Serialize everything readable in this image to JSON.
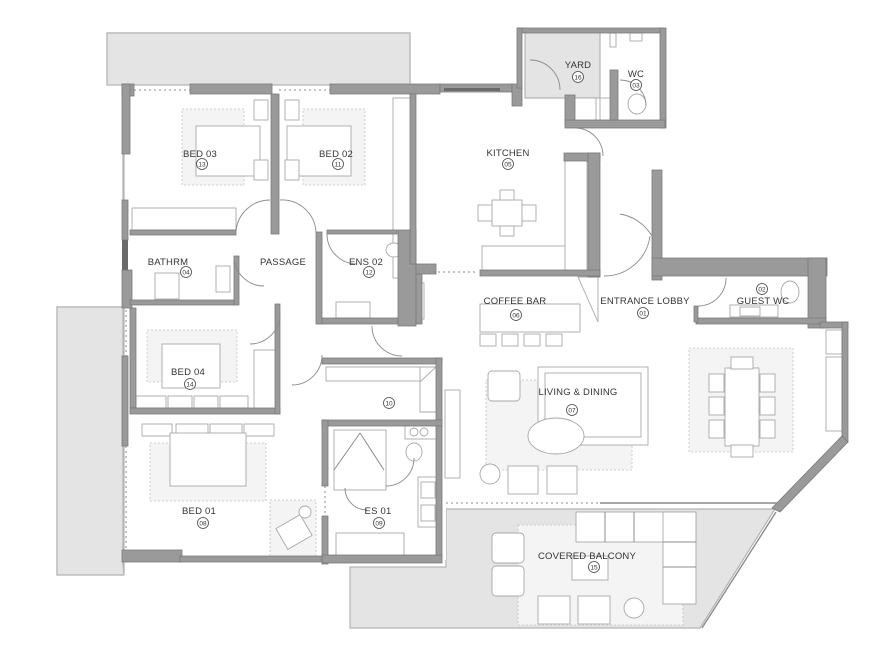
{
  "plan": {
    "colors": {
      "background": "#ffffff",
      "terrace": "#e4e4e4",
      "wall": "#9a9a9a",
      "label": "#333333"
    },
    "rooms": [
      {
        "id": "bed03",
        "name": "BED 03",
        "number": "13"
      },
      {
        "id": "bed02",
        "name": "BED 02",
        "number": "11"
      },
      {
        "id": "yard",
        "name": "YARD",
        "number": "16"
      },
      {
        "id": "wc",
        "name": "WC",
        "number": "03"
      },
      {
        "id": "kitchen",
        "name": "KITCHEN",
        "number": "05"
      },
      {
        "id": "bathrm",
        "name": "BATHRM",
        "number": "04"
      },
      {
        "id": "passage",
        "name": "PASSAGE",
        "number": ""
      },
      {
        "id": "ens02",
        "name": "ENS 02",
        "number": "12"
      },
      {
        "id": "coffeebar",
        "name": "COFFEE BAR",
        "number": "06"
      },
      {
        "id": "entrance",
        "name": "ENTRANCE LOBBY",
        "number": "01"
      },
      {
        "id": "guestwc",
        "name": "GUEST WC",
        "number": "02"
      },
      {
        "id": "bed04",
        "name": "BED 04",
        "number": "14"
      },
      {
        "id": "living",
        "name": "LIVING & DINING",
        "number": "07"
      },
      {
        "id": "closet",
        "name": "",
        "number": "10"
      },
      {
        "id": "bed01",
        "name": "BED 01",
        "number": "08"
      },
      {
        "id": "es01",
        "name": "ES 01",
        "number": "09"
      },
      {
        "id": "balcony",
        "name": "COVERED BALCONY",
        "number": "15"
      }
    ]
  }
}
